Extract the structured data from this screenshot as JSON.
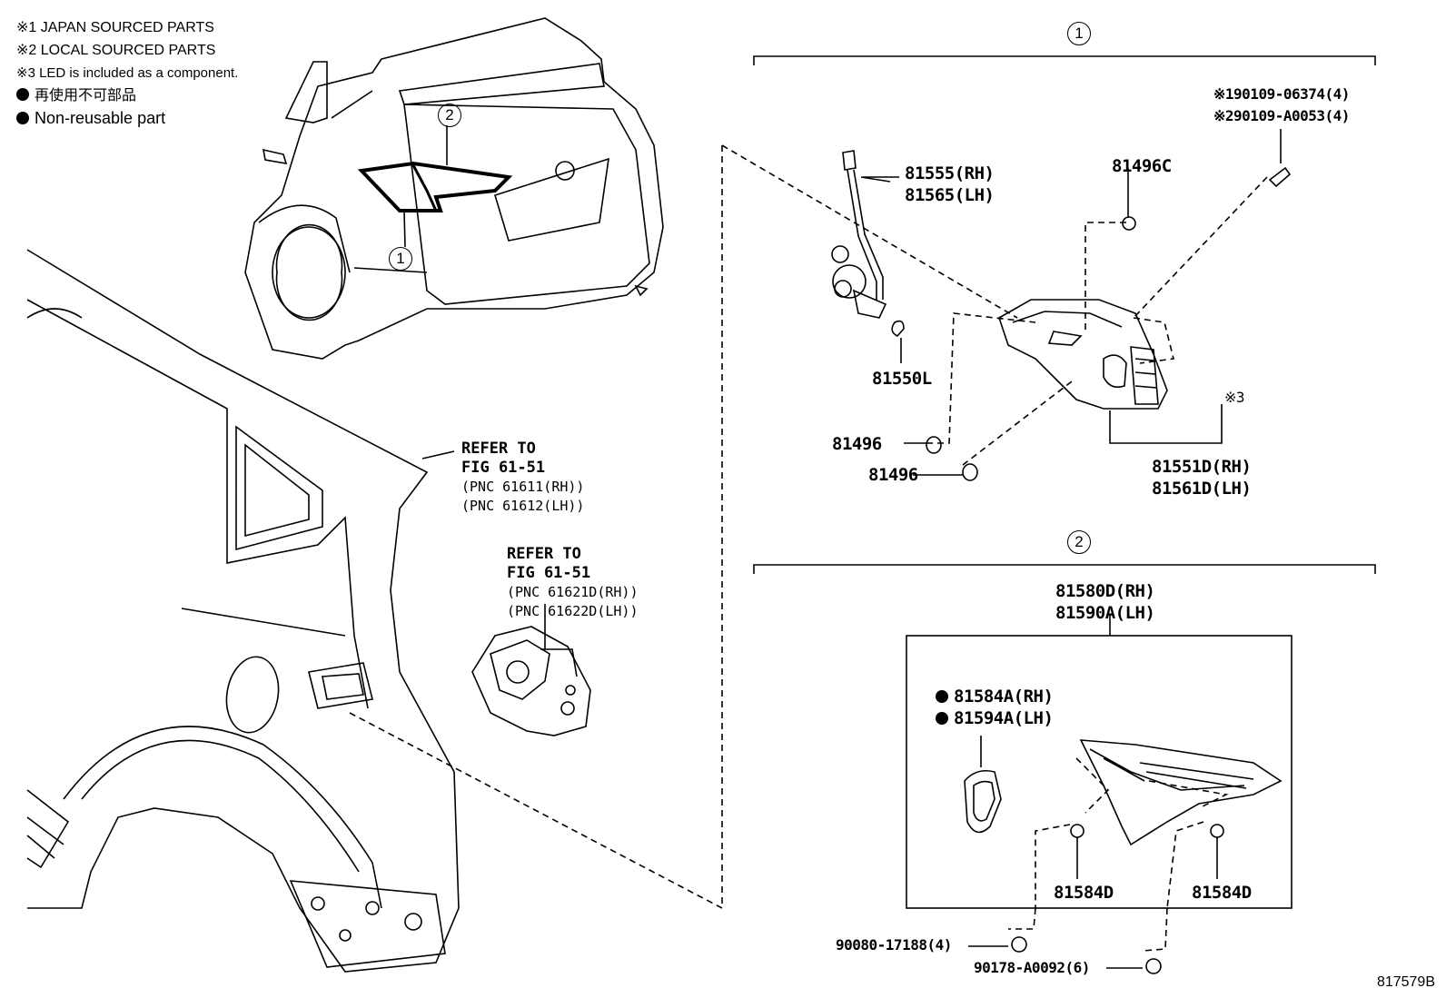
{
  "legend": {
    "note1": "※1 JAPAN SOURCED PARTS",
    "note2": "※2 LOCAL SOURCED PARTS",
    "note3": "※3 LED is included as a component.",
    "nonreusable_jp": "再使用不可部品",
    "nonreusable_en": "Non-reusable part"
  },
  "callouts": {
    "one": "1",
    "two": "2"
  },
  "refer1": {
    "title": "REFER TO",
    "fig": "FIG 61-51",
    "pnc_rh": "(PNC 61611(RH))",
    "pnc_lh": "(PNC 61612(LH))"
  },
  "refer2": {
    "title": "REFER TO",
    "fig": "FIG 61-51",
    "pnc_rh": "(PNC 61621D(RH))",
    "pnc_lh": "(PNC 61622D(LH))"
  },
  "parts": {
    "p81555": "81555(RH)",
    "p81565": "81565(LH)",
    "p81496c": "81496C",
    "p90109a": "※190109-06374(4)",
    "p90109b": "※290109-A0053(4)",
    "p81550l": "81550L",
    "p81496a": "81496",
    "p81496b": "81496",
    "note3": "※3",
    "p81551d": "81551D(RH)",
    "p81561d": "81561D(LH)",
    "p81580d": "81580D(RH)",
    "p81590a": "81590A(LH)",
    "p81584a": "81584A(RH)",
    "p81594a": "81594A(LH)",
    "p81584d_l": "81584D",
    "p81584d_r": "81584D",
    "p90080": "90080-17188(4)",
    "p90178": "90178-A0092(6)"
  },
  "diagram_code": "817579B"
}
